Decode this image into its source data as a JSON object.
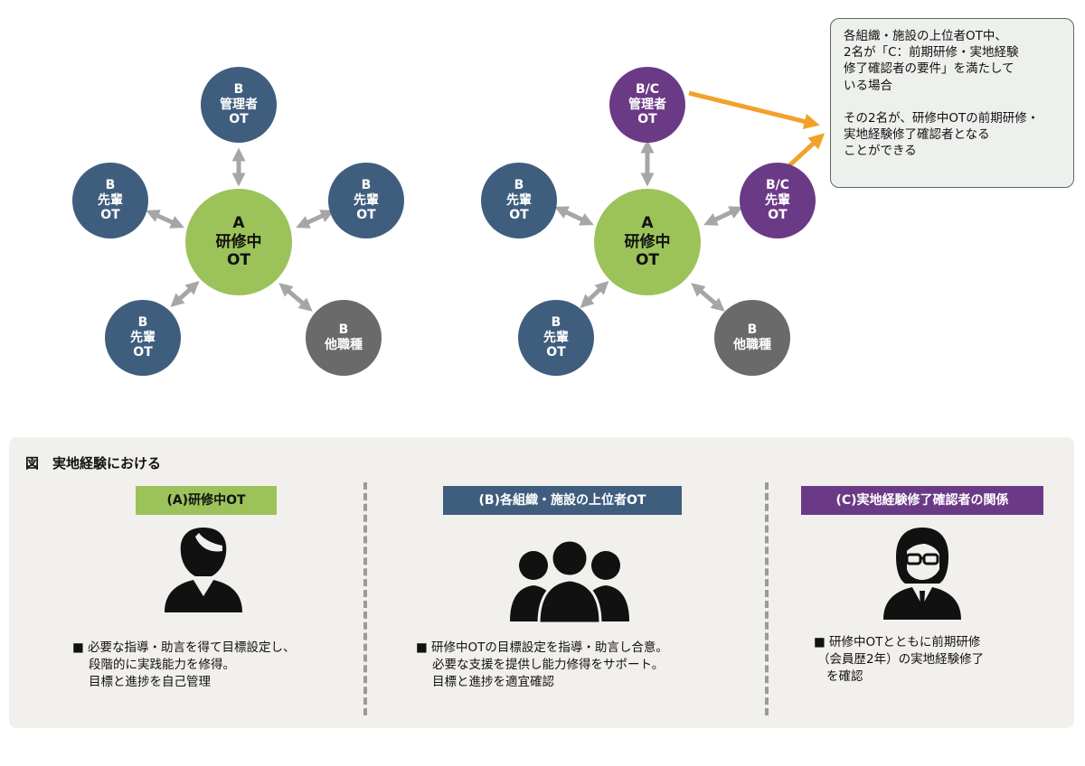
{
  "diagram_left": {
    "center": {
      "line1": "A",
      "line2": "研修中",
      "line3": "OT"
    },
    "top": {
      "line1": "B",
      "line2": "管理者",
      "line3": "OT"
    },
    "left": {
      "line1": "B",
      "line2": "先輩",
      "line3": "OT"
    },
    "right": {
      "line1": "B",
      "line2": "先輩",
      "line3": "OT"
    },
    "bottom_left": {
      "line1": "B",
      "line2": "先輩",
      "line3": "OT"
    },
    "bottom_right": {
      "line1": "B",
      "line2": "他職種"
    }
  },
  "diagram_right": {
    "center": {
      "line1": "A",
      "line2": "研修中",
      "line3": "OT"
    },
    "top": {
      "line1": "B/C",
      "line2": "管理者",
      "line3": "OT"
    },
    "left": {
      "line1": "B",
      "line2": "先輩",
      "line3": "OT"
    },
    "right": {
      "line1": "B/C",
      "line2": "先輩",
      "line3": "OT"
    },
    "bottom_left": {
      "line1": "B",
      "line2": "先輩",
      "line3": "OT"
    },
    "bottom_right": {
      "line1": "B",
      "line2": "他職種"
    }
  },
  "callout": {
    "p1": [
      "各組織・施設の上位者OT中、",
      "2名が「C：前期研修・実地経験",
      "修了確認者の要件」を満たして",
      "いる場合"
    ],
    "p2": [
      "その2名が、研修中OTの前期研修・",
      "実地経験修了確認者となる",
      "ことができる"
    ]
  },
  "panel": {
    "title": "図　実地経験における",
    "col_a": {
      "tag": "(A)研修中OT",
      "icon": "person-icon",
      "lines": [
        "■ 必要な指導・助言を得て目標設定し、",
        "段階的に実践能力を修得。",
        "目標と進捗を自己管理"
      ]
    },
    "col_b": {
      "tag": "(B)各組織・施設の上位者OT",
      "icon": "group-icon",
      "lines": [
        "■ 研修中OTの目標設定を指導・助言し合意。",
        "必要な支援を提供し能力修得をサポート。",
        "目標と進捗を適宜確認"
      ]
    },
    "col_c": {
      "tag": "(C)実地経験修了確認者の関係",
      "icon": "person-glasses-icon",
      "lines": [
        "■ 研修中OTとともに前期研修",
        "（会員歴2年）の実地経験修了",
        "を確認"
      ]
    }
  },
  "colors": {
    "blue": "#3f5e7e",
    "purple": "#6b3a86",
    "grey": "#6a6a6a",
    "green": "#9cc25a",
    "arrow_grey": "#a6a6a6",
    "arrow_orange": "#f2a22a",
    "panel_bg": "#f2f0ec"
  }
}
